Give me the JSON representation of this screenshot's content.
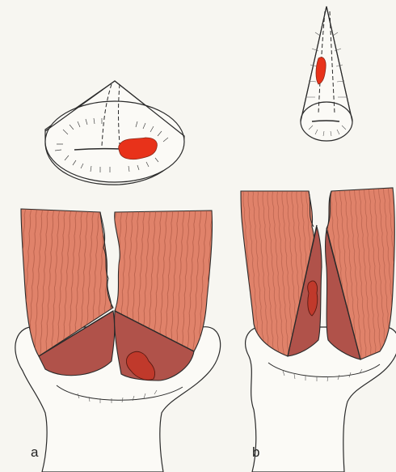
{
  "figure": {
    "panels": [
      {
        "id": "a",
        "label": "a"
      },
      {
        "id": "b",
        "label": "b"
      }
    ],
    "colors": {
      "muscle": "#e0826a",
      "muscle_shade": "#d4705a",
      "excised_cone": "#b0524a",
      "lesion": "#e8321a",
      "lesion_dark": "#c0392b",
      "background": "#f7f6f1",
      "line": "#2a2a2a"
    }
  }
}
